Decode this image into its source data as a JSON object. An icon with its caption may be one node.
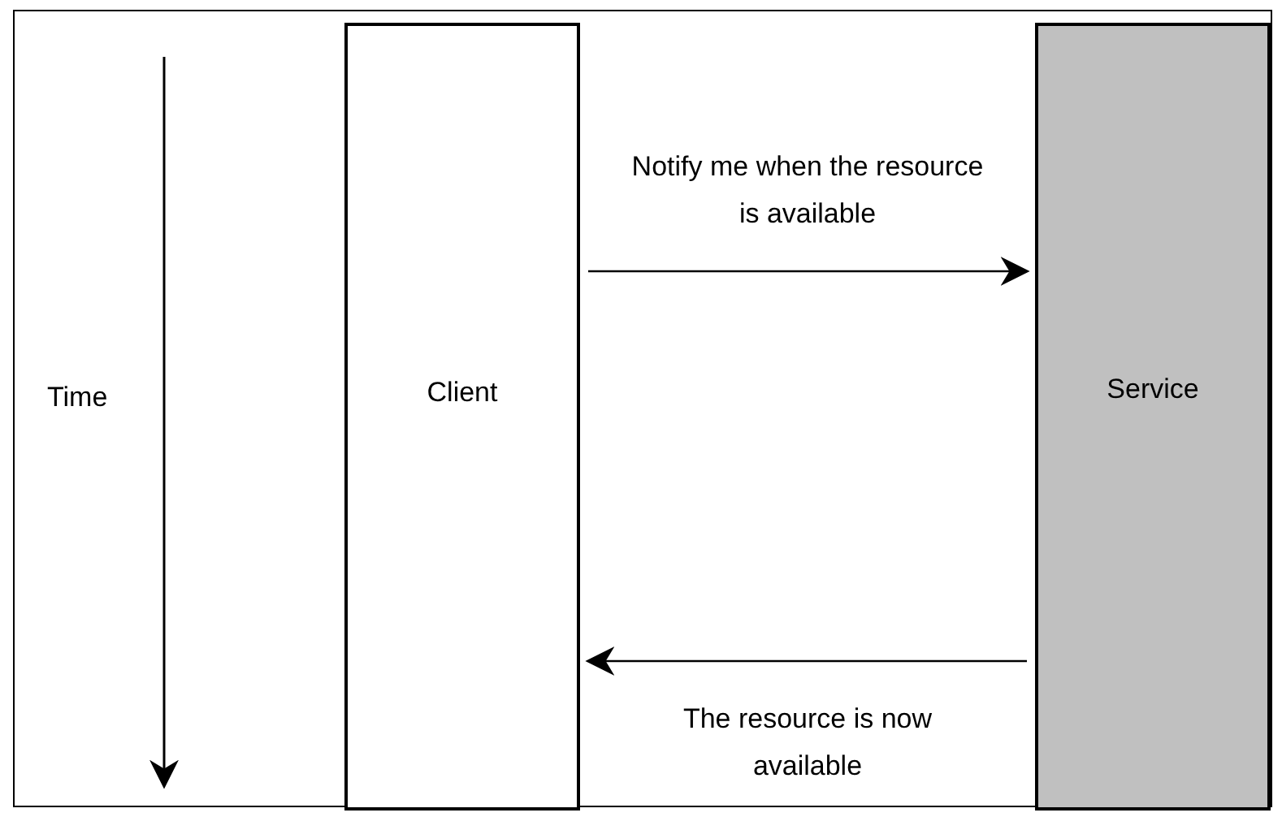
{
  "diagram": {
    "nodes": [
      {
        "text": [
          "Client"
        ]
      },
      {
        "text": [
          "Service"
        ]
      }
    ],
    "edges": [
      {
        "from": 0,
        "to": 1,
        "arrow": "to",
        "label": "Notify me when the resource is available"
      },
      {
        "from": 1,
        "to": 0,
        "arrow": "to",
        "label": "The resource is now available"
      }
    ],
    "labels": [
      "Time"
    ]
  }
}
